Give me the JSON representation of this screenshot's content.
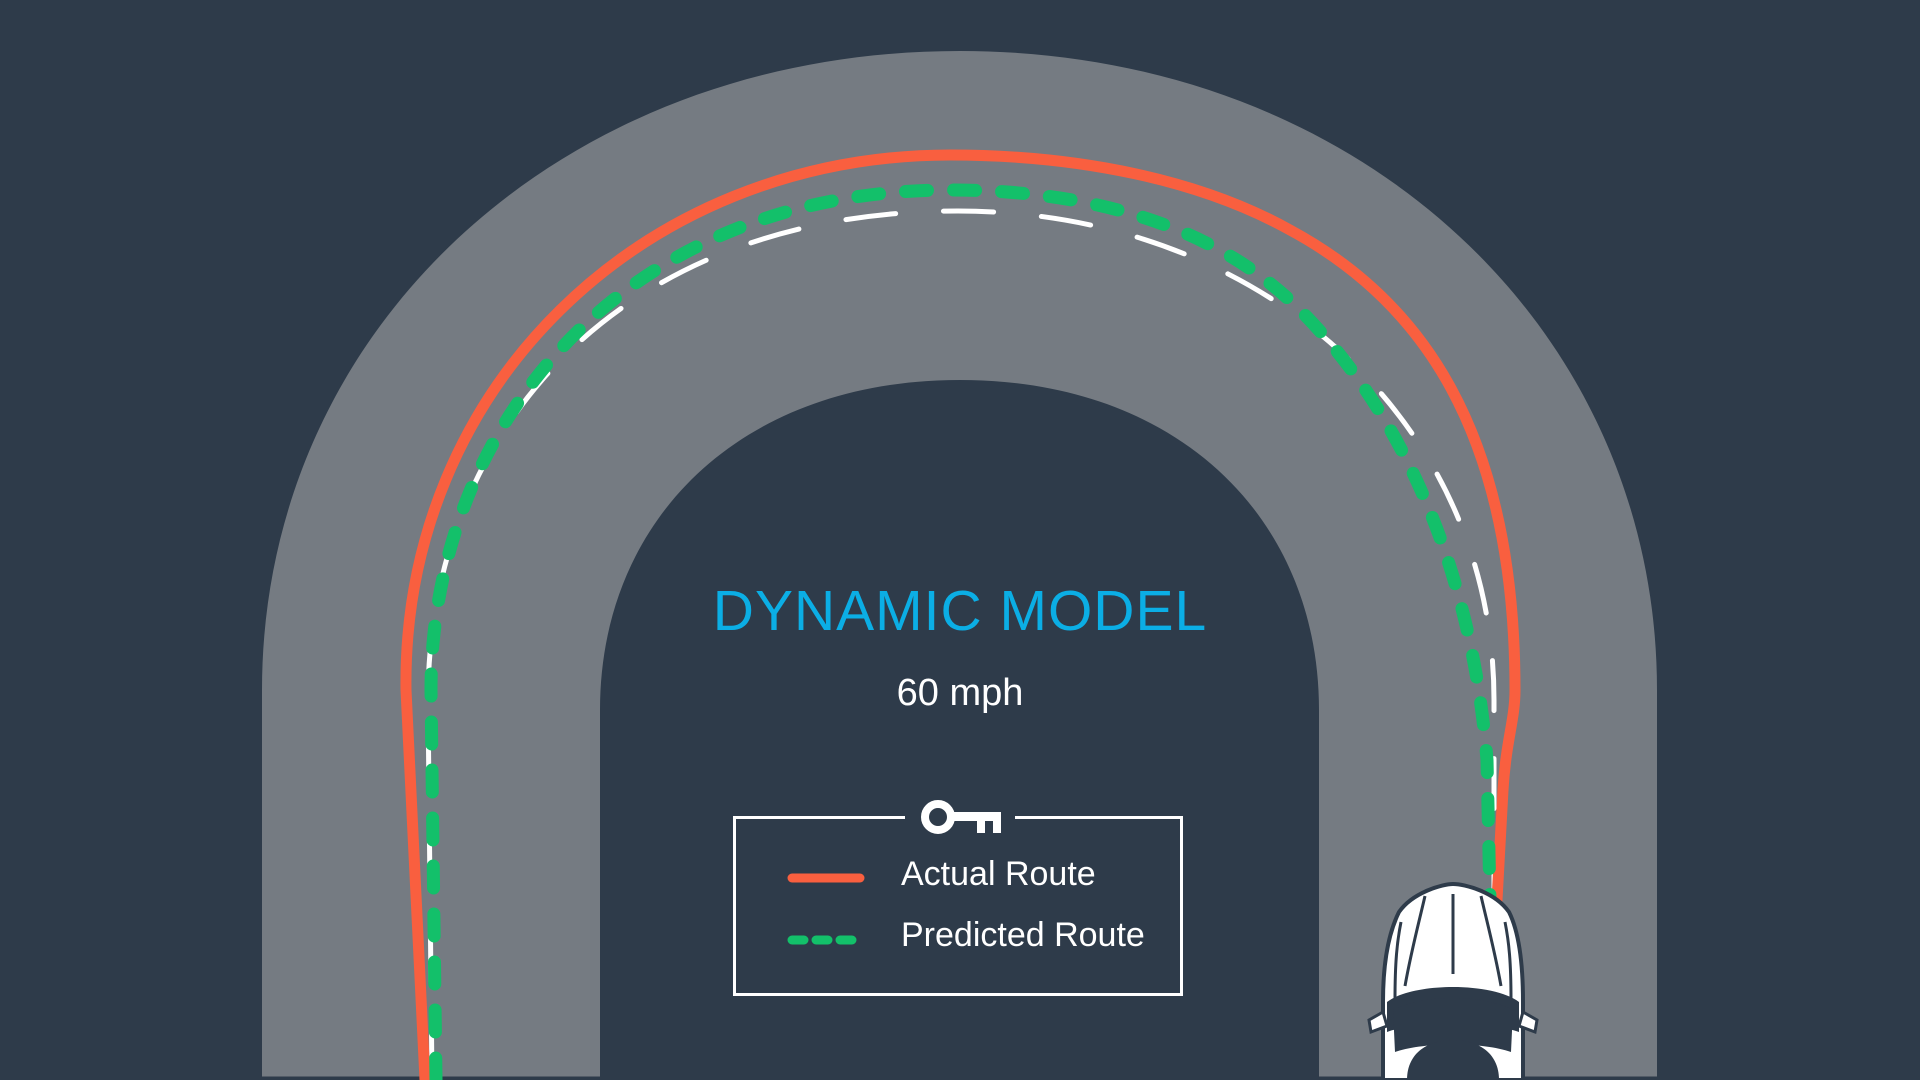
{
  "diagram": {
    "title": "DYNAMIC MODEL",
    "subtitle": "60 mph",
    "colors": {
      "background": "#2E3B4A",
      "road": "#757B82",
      "title": "#0BAEE5",
      "actual_route": "#F95F3F",
      "predicted_route": "#13C06A",
      "lane_marking": "#FFFFFF",
      "car_body": "#FFFFFF"
    },
    "legend": {
      "icon": "key-icon",
      "items": [
        {
          "label": "Actual Route",
          "style": "solid",
          "color": "#F95F3F"
        },
        {
          "label": "Predicted Route",
          "style": "dashed",
          "color": "#13C06A"
        }
      ]
    },
    "elements": {
      "road": "U-shaped road (hairpin turn)",
      "vehicle": "car-top-view-icon",
      "lane_marking": "white dashed center line"
    }
  }
}
